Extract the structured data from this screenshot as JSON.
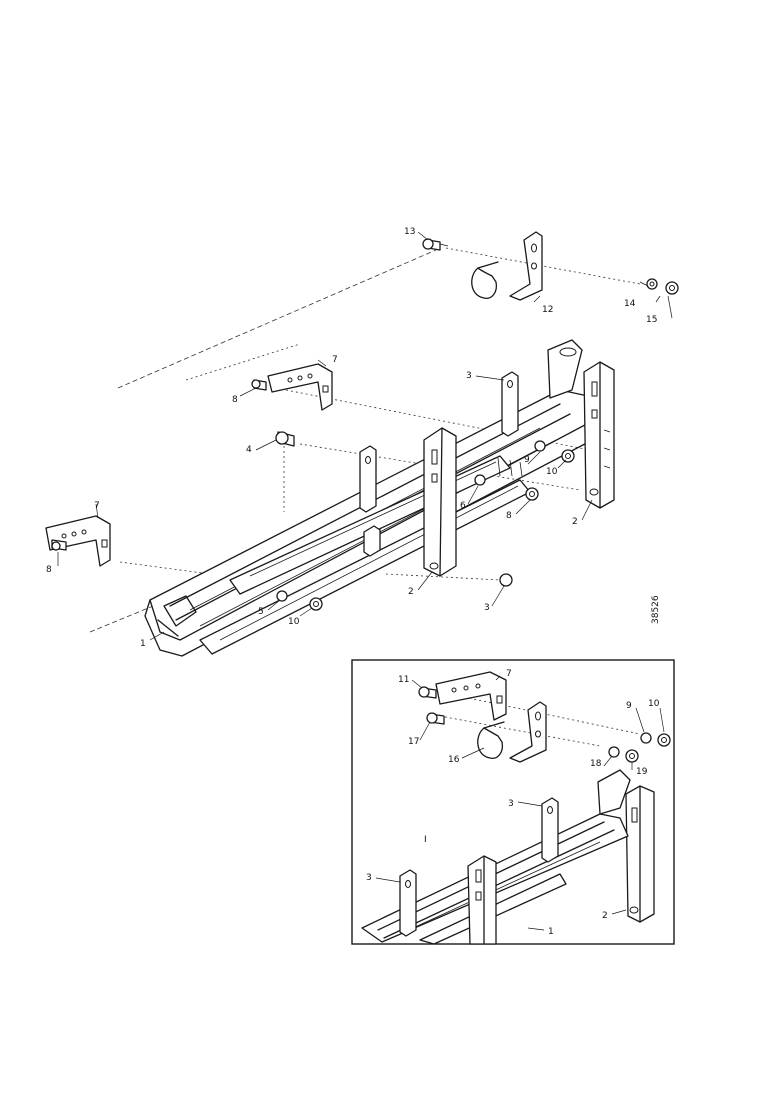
{
  "reference_number": "38526",
  "inset_marker": "I",
  "main_callouts": [
    {
      "id": "c13",
      "text": "13"
    },
    {
      "id": "c12",
      "text": "12"
    },
    {
      "id": "c14",
      "text": "14"
    },
    {
      "id": "c15",
      "text": "15"
    },
    {
      "id": "c7a",
      "text": "7"
    },
    {
      "id": "c8a",
      "text": "8"
    },
    {
      "id": "c3a",
      "text": "3"
    },
    {
      "id": "c4",
      "text": "4"
    },
    {
      "id": "c9a",
      "text": "9"
    },
    {
      "id": "c10a",
      "text": "10"
    },
    {
      "id": "c6",
      "text": "6"
    },
    {
      "id": "c8b",
      "text": "8"
    },
    {
      "id": "c2a",
      "text": "2"
    },
    {
      "id": "c7b",
      "text": "7"
    },
    {
      "id": "c8c",
      "text": "8"
    },
    {
      "id": "c2b",
      "text": "2"
    },
    {
      "id": "c3b",
      "text": "3"
    },
    {
      "id": "c5",
      "text": "5"
    },
    {
      "id": "c10b",
      "text": "10"
    },
    {
      "id": "c1",
      "text": "1"
    }
  ],
  "inset_callouts": [
    {
      "id": "i11",
      "text": "11"
    },
    {
      "id": "i7",
      "text": "7"
    },
    {
      "id": "i9",
      "text": "9"
    },
    {
      "id": "i10",
      "text": "10"
    },
    {
      "id": "i17",
      "text": "17"
    },
    {
      "id": "i16",
      "text": "16"
    },
    {
      "id": "i18",
      "text": "18"
    },
    {
      "id": "i19",
      "text": "19"
    },
    {
      "id": "i3a",
      "text": "3"
    },
    {
      "id": "i3b",
      "text": "3"
    },
    {
      "id": "i2",
      "text": "2"
    },
    {
      "id": "i1",
      "text": "1"
    }
  ]
}
